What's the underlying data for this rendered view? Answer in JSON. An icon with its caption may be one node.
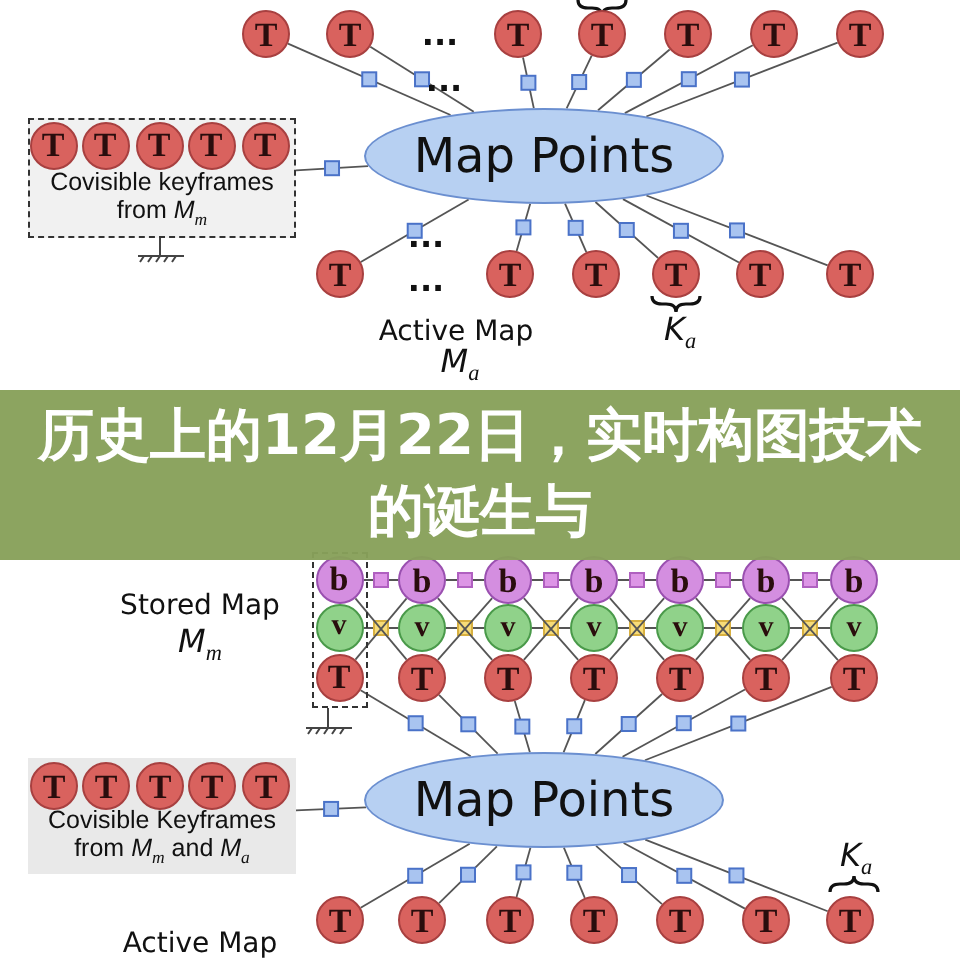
{
  "diagram": {
    "title": "历史上的12月22日，实时构图技术的诞生与",
    "nodes": [
      {
        "text": [
          "Covisible keyframes from *M*$_{m}$"
        ]
      },
      {
        "text": [
          "T"
        ],
        "in": 0
      },
      {
        "text": [
          "T"
        ],
        "in": 0
      },
      {
        "text": [
          "T"
        ],
        "in": 0
      },
      {
        "text": [
          "T"
        ],
        "in": 0
      },
      {
        "text": [
          "T"
        ],
        "in": 0
      },
      {
        "text": [
          "Map Points"
        ]
      },
      {
        "text": [
          "T"
        ]
      },
      {
        "text": [
          "T"
        ]
      },
      {
        "text": [
          "T"
        ]
      },
      {
        "text": [
          "T"
        ]
      },
      {
        "text": [
          "T"
        ]
      },
      {
        "text": [
          "T"
        ]
      },
      {
        "text": [
          "T"
        ]
      },
      {
        "text": [
          "T"
        ]
      },
      {
        "text": [
          "T"
        ]
      },
      {
        "text": [
          "T"
        ]
      },
      {
        "text": [
          "T"
        ]
      },
      {
        "text": [
          "T"
        ]
      },
      {
        "text": [
          "T"
        ]
      },
      {
        "text": [],
        "shape": "box"
      },
      {
        "text": [
          "b"
        ],
        "in": 20
      },
      {
        "text": [
          "b"
        ]
      },
      {
        "text": [
          "b"
        ]
      },
      {
        "text": [
          "b"
        ]
      },
      {
        "text": [
          "b"
        ]
      },
      {
        "text": [
          "b"
        ]
      },
      {
        "text": [
          "b"
        ]
      },
      {
        "text": [
          "v"
        ],
        "in": 20
      },
      {
        "text": [
          "v"
        ]
      },
      {
        "text": [
          "v"
        ]
      },
      {
        "text": [
          "v"
        ]
      },
      {
        "text": [
          "v"
        ]
      },
      {
        "text": [
          "v"
        ]
      },
      {
        "text": [
          "v"
        ]
      },
      {
        "text": [
          "T"
        ],
        "in": 20
      },
      {
        "text": [
          "T"
        ]
      },
      {
        "text": [
          "T"
        ]
      },
      {
        "text": [
          "T"
        ]
      },
      {
        "text": [
          "T"
        ]
      },
      {
        "text": [
          "T"
        ]
      },
      {
        "text": [
          "T"
        ]
      },
      {
        "text": [
          "Covisible Keyframes from *M*$_{m}$ and *M*$_{a}$"
        ]
      },
      {
        "text": [
          "T"
        ],
        "in": 42
      },
      {
        "text": [
          "T"
        ],
        "in": 42
      },
      {
        "text": [
          "T"
        ],
        "in": 42
      },
      {
        "text": [
          "T"
        ],
        "in": 42
      },
      {
        "text": [
          "T"
        ],
        "in": 42
      },
      {
        "text": [
          "Map Points"
        ]
      },
      {
        "text": [
          "T"
        ]
      },
      {
        "text": [
          "T"
        ]
      },
      {
        "text": [
          "T"
        ]
      },
      {
        "text": [
          "T"
        ]
      },
      {
        "text": [
          "T"
        ]
      },
      {
        "text": [
          "T"
        ]
      },
      {
        "text": [
          "T"
        ]
      }
    ],
    "edges": [
      {
        "from": 0,
        "to": 6,
        "arrow": "none"
      },
      {
        "from": 7,
        "to": 6,
        "arrow": "none"
      },
      {
        "from": 8,
        "to": 6,
        "arrow": "none"
      },
      {
        "from": 9,
        "to": 6,
        "arrow": "none"
      },
      {
        "from": 10,
        "to": 6,
        "arrow": "none"
      },
      {
        "from": 11,
        "to": 6,
        "arrow": "none"
      },
      {
        "from": 12,
        "to": 6,
        "arrow": "none"
      },
      {
        "from": 13,
        "to": 6,
        "arrow": "none"
      },
      {
        "from": 14,
        "to": 6,
        "arrow": "none"
      },
      {
        "from": 15,
        "to": 6,
        "arrow": "none"
      },
      {
        "from": 16,
        "to": 6,
        "arrow": "none"
      },
      {
        "from": 17,
        "to": 6,
        "arrow": "none"
      },
      {
        "from": 18,
        "to": 6,
        "arrow": "none"
      },
      {
        "from": 19,
        "to": 6,
        "arrow": "none"
      },
      {
        "from": 21,
        "to": 22,
        "arrow": "none"
      },
      {
        "from": 22,
        "to": 23,
        "arrow": "none"
      },
      {
        "from": 23,
        "to": 24,
        "arrow": "none"
      },
      {
        "from": 24,
        "to": 25,
        "arrow": "none"
      },
      {
        "from": 25,
        "to": 26,
        "arrow": "none"
      },
      {
        "from": 26,
        "to": 27,
        "arrow": "none"
      },
      {
        "from": 28,
        "to": 29,
        "arrow": "none"
      },
      {
        "from": 29,
        "to": 30,
        "arrow": "none"
      },
      {
        "from": 30,
        "to": 31,
        "arrow": "none"
      },
      {
        "from": 31,
        "to": 32,
        "arrow": "none"
      },
      {
        "from": 32,
        "to": 33,
        "arrow": "none"
      },
      {
        "from": 33,
        "to": 34,
        "arrow": "none"
      },
      {
        "from": 21,
        "to": 36,
        "arrow": "none"
      },
      {
        "from": 22,
        "to": 37,
        "arrow": "none"
      },
      {
        "from": 23,
        "to": 38,
        "arrow": "none"
      },
      {
        "from": 24,
        "to": 39,
        "arrow": "none"
      },
      {
        "from": 25,
        "to": 40,
        "arrow": "none"
      },
      {
        "from": 26,
        "to": 41,
        "arrow": "none"
      },
      {
        "from": 35,
        "to": 22,
        "arrow": "none"
      },
      {
        "from": 36,
        "to": 23,
        "arrow": "none"
      },
      {
        "from": 37,
        "to": 24,
        "arrow": "none"
      },
      {
        "from": 38,
        "to": 25,
        "arrow": "none"
      },
      {
        "from": 39,
        "to": 26,
        "arrow": "none"
      },
      {
        "from": 40,
        "to": 27,
        "arrow": "none"
      },
      {
        "from": 35,
        "to": 48,
        "arrow": "none"
      },
      {
        "from": 36,
        "to": 48,
        "arrow": "none"
      },
      {
        "from": 37,
        "to": 48,
        "arrow": "none"
      },
      {
        "from": 38,
        "to": 48,
        "arrow": "none"
      },
      {
        "from": 39,
        "to": 48,
        "arrow": "none"
      },
      {
        "from": 40,
        "to": 48,
        "arrow": "none"
      },
      {
        "from": 41,
        "to": 48,
        "arrow": "none"
      },
      {
        "from": 42,
        "to": 48,
        "arrow": "none"
      },
      {
        "from": 49,
        "to": 48,
        "arrow": "none"
      },
      {
        "from": 50,
        "to": 48,
        "arrow": "none"
      },
      {
        "from": 51,
        "to": 48,
        "arrow": "none"
      },
      {
        "from": 52,
        "to": 48,
        "arrow": "none"
      },
      {
        "from": 53,
        "to": 48,
        "arrow": "none"
      },
      {
        "from": 54,
        "to": 48,
        "arrow": "none"
      },
      {
        "from": 55,
        "to": 48,
        "arrow": "none"
      }
    ],
    "labels": [
      "...",
      "...",
      "...",
      "...",
      "Active Map",
      "*M*$_{a}$",
      "*K*$_{a}$",
      "Stored Map",
      "*M*$_{m}$",
      "*K*$_{a}$",
      "Active Map"
    ]
  }
}
